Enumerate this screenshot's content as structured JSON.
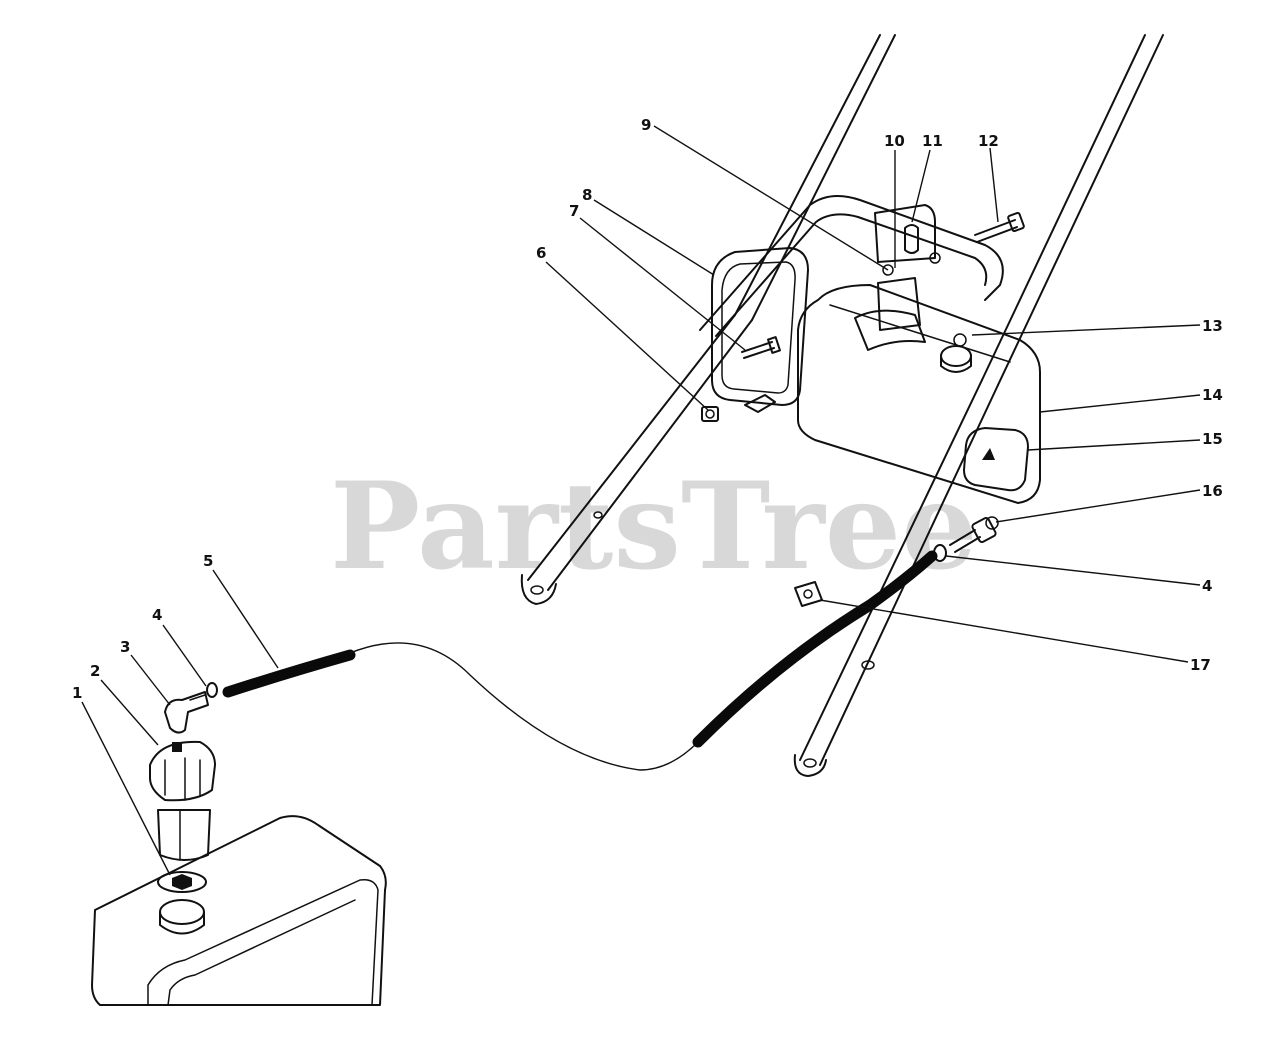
{
  "watermark": {
    "text": "PartsTree"
  },
  "callouts": {
    "c1": "1",
    "c2": "2",
    "c3": "3",
    "c4a": "4",
    "c4b": "4",
    "c5": "5",
    "c6": "6",
    "c7": "7",
    "c8": "8",
    "c9": "9",
    "c10": "10",
    "c11": "11",
    "c12": "12",
    "c13": "13",
    "c14": "14",
    "c15": "15",
    "c16": "16",
    "c17": "17"
  }
}
